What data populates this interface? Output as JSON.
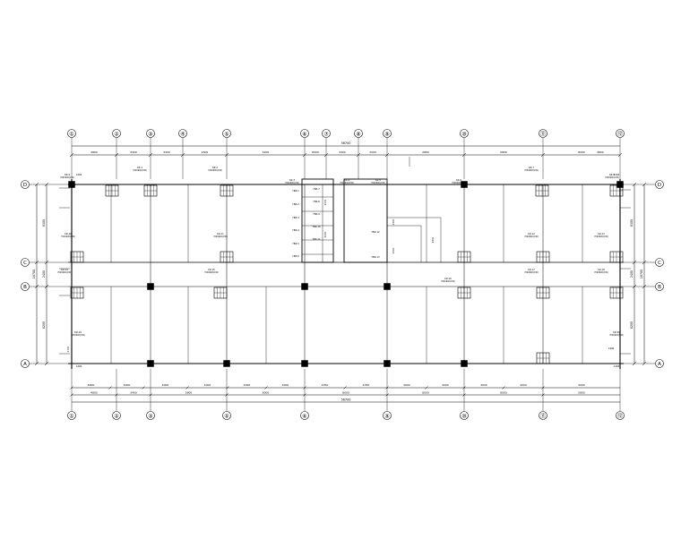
{
  "axes_top": [
    "①",
    "②",
    "③",
    "④",
    "⑤",
    "⑥",
    "⑦",
    "⑧",
    "⑨",
    "⑩",
    "⑪",
    "⑫"
  ],
  "axes_bottom": [
    "①",
    "②",
    "③",
    "⑤",
    "⑥",
    "⑨",
    "⑩",
    "⑪",
    "⑫"
  ],
  "axes_rows": [
    "D",
    "C",
    "B",
    "A"
  ],
  "dims_top_spans": [
    "4800",
    "3400",
    "3300",
    "1500",
    "3200",
    "8000",
    "3400",
    "3200",
    "2800",
    "5800",
    "8000",
    "4800"
  ],
  "dim_top_total": "56700",
  "dims_bottom_row1": [
    "4800",
    "4000",
    "4000",
    "4000",
    "4000",
    "4000",
    "4350",
    "4350",
    "4000",
    "4000",
    "4000",
    "4000",
    "4000"
  ],
  "dims_bottom_row2": [
    "4800",
    "3400",
    "5800",
    "8000",
    "8000",
    "8000",
    "8000",
    "5800"
  ],
  "dim_bottom_total": "56700",
  "dims_left": [
    "8100",
    "2400",
    "8200"
  ],
  "dim_left_total": "18700",
  "dims_right": [
    "8100",
    "2400",
    "8200"
  ],
  "dim_right_total": "18700",
  "beam_labels": [
    "KZ-1",
    "KZ-2",
    "KZ-3",
    "KZ-4",
    "KZ-5",
    "KZ-6",
    "KZ-7",
    "KZ-8",
    "KZ-9",
    "KZ-10",
    "KZ-11",
    "KZ-12",
    "KZ-13",
    "KZ-14",
    "KZ-15",
    "KZ-16",
    "KZ-17",
    "KZ-18",
    "KZ-19",
    "KZ-20"
  ],
  "lintel_labels": [
    "YBZ-1",
    "YBZ-2",
    "YBZ-3",
    "YBZ-4",
    "YBZ-5",
    "YBZ-6",
    "YBZ-7",
    "YBZ-8",
    "YBZ-9",
    "YBZ-10",
    "YBZ-11",
    "YBZ-12",
    "YBZ-13"
  ],
  "column_note": "700X600(C30)",
  "small_dims": [
    "1400",
    "1400",
    "1400",
    "1400",
    "1400",
    "2700",
    "2300",
    "4400",
    "1500",
    "3000",
    "3000"
  ]
}
